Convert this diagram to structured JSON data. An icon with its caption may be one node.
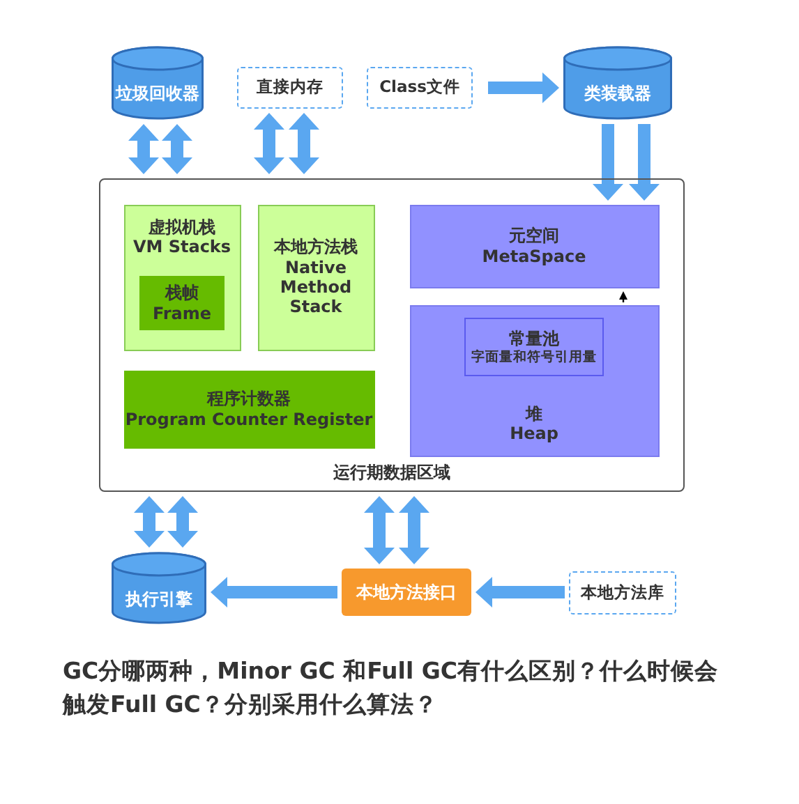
{
  "diagram": {
    "caption": "GC分哪两种，Minor GC 和Full GC有什么区别？什么时候会触发Full GC？分别采用什么算法？",
    "nodes": [
      {
        "text": [
          "垃圾回收器"
        ]
      },
      {
        "text": [
          "直接内存"
        ]
      },
      {
        "text": [
          "Class文件"
        ]
      },
      {
        "text": [
          "类装载器"
        ]
      },
      {
        "text": [
          "运行期数据区域"
        ]
      },
      {
        "text": [
          "虚拟机栈",
          "VM Stacks"
        ],
        "in": 4
      },
      {
        "text": [
          "栈帧",
          "Frame"
        ],
        "in": 5
      },
      {
        "text": [
          "本地方法栈",
          "Native Method Stack"
        ],
        "in": 4
      },
      {
        "text": [
          "程序计数器",
          "Program Counter Register"
        ],
        "in": 4
      },
      {
        "text": [
          "元空间",
          "MetaSpace"
        ],
        "in": 4
      },
      {
        "text": [
          "堆",
          "Heap"
        ],
        "in": 4
      },
      {
        "text": [
          "常量池",
          "字面量和符号引用量"
        ],
        "in": 10
      },
      {
        "text": [
          "执行引擎"
        ]
      },
      {
        "text": [
          "本地方法接口"
        ]
      },
      {
        "text": [
          "本地方法库"
        ]
      }
    ],
    "edges": [
      {
        "from": 0,
        "to": 4,
        "arrow": "both"
      },
      {
        "from": 0,
        "to": 4,
        "arrow": "both"
      },
      {
        "from": 1,
        "to": 4,
        "arrow": "both"
      },
      {
        "from": 1,
        "to": 4,
        "arrow": "both"
      },
      {
        "from": 2,
        "to": 3,
        "arrow": "to"
      },
      {
        "from": 3,
        "to": 9,
        "arrow": "to"
      },
      {
        "from": 3,
        "to": 9,
        "arrow": "to"
      },
      {
        "from": 10,
        "to": 9,
        "arrow": "to",
        "color": "#000000"
      },
      {
        "from": 4,
        "to": 12,
        "arrow": "both"
      },
      {
        "from": 4,
        "to": 12,
        "arrow": "both"
      },
      {
        "from": 4,
        "to": 13,
        "arrow": "both"
      },
      {
        "from": 4,
        "to": 13,
        "arrow": "both"
      },
      {
        "from": 14,
        "to": 13,
        "arrow": "to"
      },
      {
        "from": 13,
        "to": 12,
        "arrow": "to"
      }
    ]
  }
}
